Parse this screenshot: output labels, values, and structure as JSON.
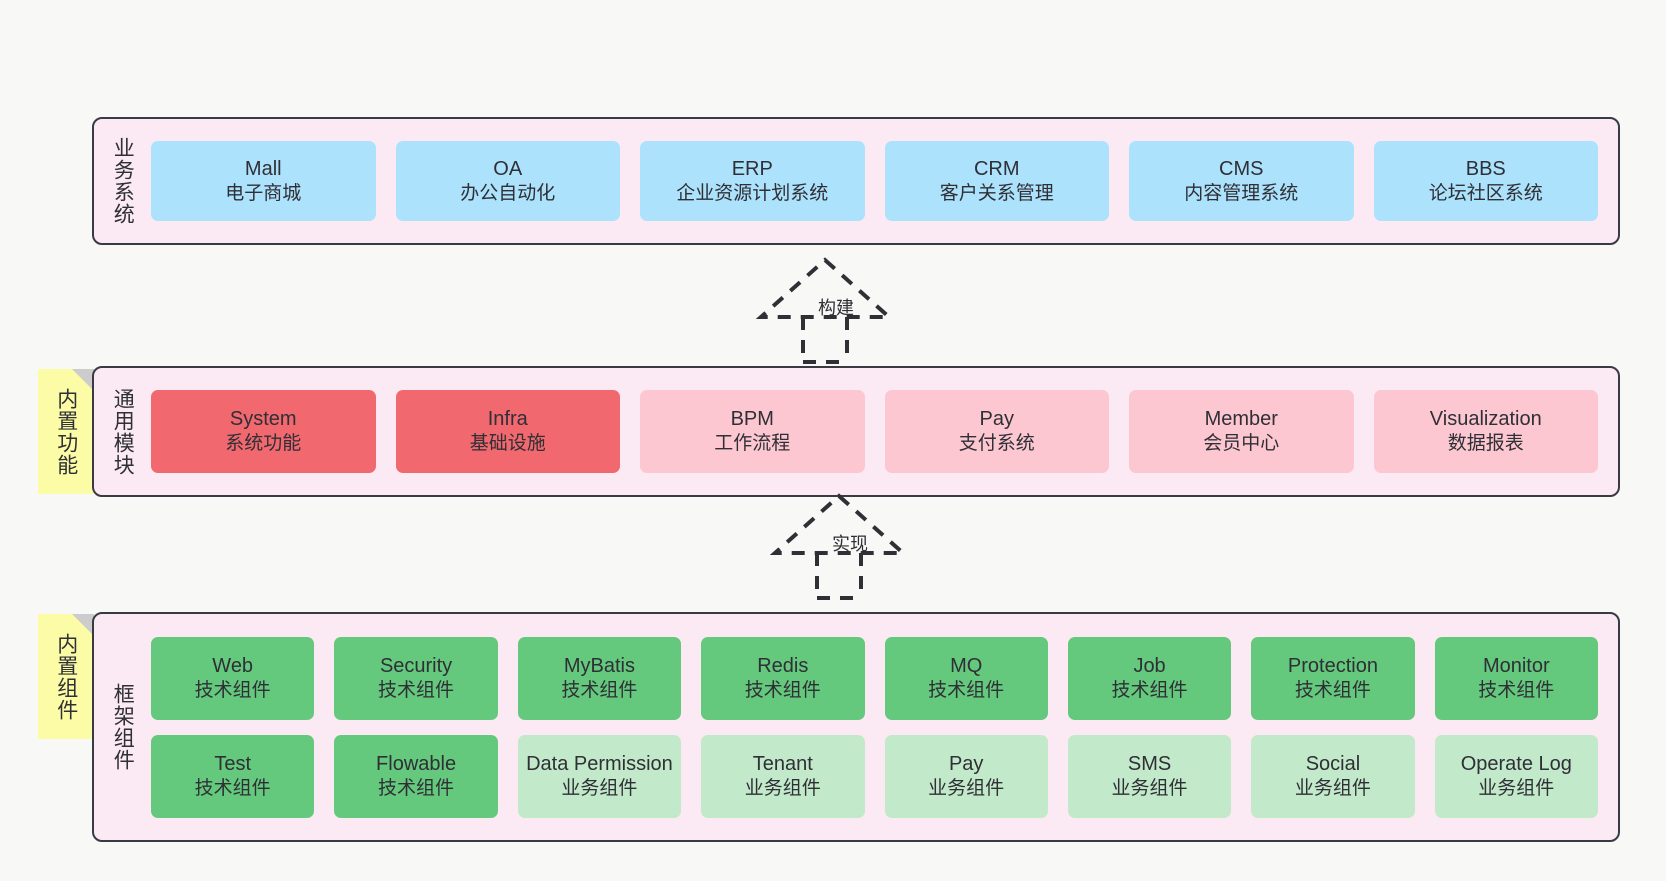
{
  "layers": {
    "business": {
      "label": "业务系统",
      "items": [
        {
          "title": "Mall",
          "sub": "电子商城"
        },
        {
          "title": "OA",
          "sub": "办公自动化"
        },
        {
          "title": "ERP",
          "sub": "企业资源计划系统"
        },
        {
          "title": "CRM",
          "sub": "客户关系管理"
        },
        {
          "title": "CMS",
          "sub": "内容管理系统"
        },
        {
          "title": "BBS",
          "sub": "论坛社区系统"
        }
      ]
    },
    "common": {
      "label": "通用模块",
      "note": "内置功能",
      "items": [
        {
          "title": "System",
          "sub": "系统功能",
          "style": "red"
        },
        {
          "title": "Infra",
          "sub": "基础设施",
          "style": "red"
        },
        {
          "title": "BPM",
          "sub": "工作流程",
          "style": "pink"
        },
        {
          "title": "Pay",
          "sub": "支付系统",
          "style": "pink"
        },
        {
          "title": "Member",
          "sub": "会员中心",
          "style": "pink"
        },
        {
          "title": "Visualization",
          "sub": "数据报表",
          "style": "pink"
        }
      ]
    },
    "framework": {
      "label": "框架组件",
      "note": "内置组件",
      "row1": [
        {
          "title": "Web",
          "sub": "技术组件",
          "style": "green"
        },
        {
          "title": "Security",
          "sub": "技术组件",
          "style": "green"
        },
        {
          "title": "MyBatis",
          "sub": "技术组件",
          "style": "green"
        },
        {
          "title": "Redis",
          "sub": "技术组件",
          "style": "green"
        },
        {
          "title": "MQ",
          "sub": "技术组件",
          "style": "green"
        },
        {
          "title": "Job",
          "sub": "技术组件",
          "style": "green"
        },
        {
          "title": "Protection",
          "sub": "技术组件",
          "style": "green"
        },
        {
          "title": "Monitor",
          "sub": "技术组件",
          "style": "green"
        }
      ],
      "row2": [
        {
          "title": "Test",
          "sub": "技术组件",
          "style": "green"
        },
        {
          "title": "Flowable",
          "sub": "技术组件",
          "style": "green"
        },
        {
          "title": "Data Permission",
          "sub": "业务组件",
          "style": "lightgreen"
        },
        {
          "title": "Tenant",
          "sub": "业务组件",
          "style": "lightgreen"
        },
        {
          "title": "Pay",
          "sub": "业务组件",
          "style": "lightgreen"
        },
        {
          "title": "SMS",
          "sub": "业务组件",
          "style": "lightgreen"
        },
        {
          "title": "Social",
          "sub": "业务组件",
          "style": "lightgreen"
        },
        {
          "title": "Operate Log",
          "sub": "业务组件",
          "style": "lightgreen"
        }
      ]
    }
  },
  "connectors": [
    {
      "label": "构建"
    },
    {
      "label": "实现"
    }
  ],
  "colors": {
    "background": "#f8f8f6",
    "panel_fill": "#fbeaf4",
    "panel_border": "#3a3a42",
    "business_box": "#ace2fb",
    "module_strong": "#f1686e",
    "module_light": "#fdc7d1",
    "tech_component": "#64c87d",
    "biz_component": "#c2e9c9",
    "sticky_note": "#fcfca6",
    "sticky_fold": "#cccccc",
    "text": "#2f2f36"
  }
}
